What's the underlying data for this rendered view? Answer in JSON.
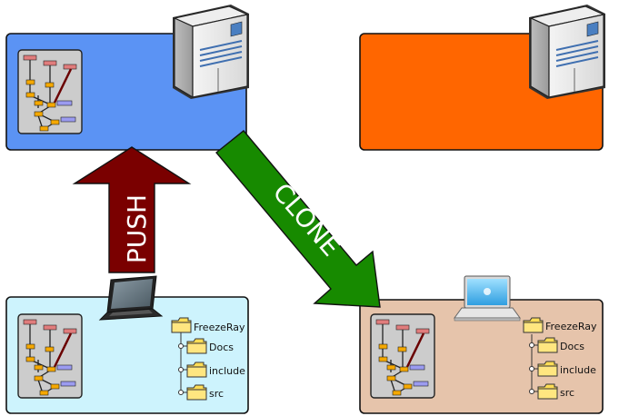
{
  "arrows": {
    "push_label": "PUSH",
    "clone_label": "CLONE"
  },
  "local_repo_left": {
    "folder_root": "FreezeRay",
    "folder_items": [
      "Docs",
      "include",
      "src"
    ]
  },
  "local_repo_right": {
    "folder_root": "FreezeRay",
    "folder_items": [
      "Docs",
      "include",
      "src"
    ]
  },
  "colors": {
    "remote_left_fill": "#5b93f4",
    "remote_right_fill": "#ff6600",
    "local_left_fill": "#cdf3fd",
    "local_right_fill": "#e6c4ab",
    "push_arrow": "#7a0000",
    "clone_arrow": "#178a00",
    "graph_panel": "#cccccc",
    "commit_node": "#f5a800",
    "branch_label": "#e07c7c",
    "tag_label": "#9b9bf0",
    "folder_fill": "#ffdd55"
  },
  "icons": [
    "server-icon",
    "laptop-icon",
    "macbook-icon",
    "folder-icon",
    "commit-graph-icon"
  ]
}
